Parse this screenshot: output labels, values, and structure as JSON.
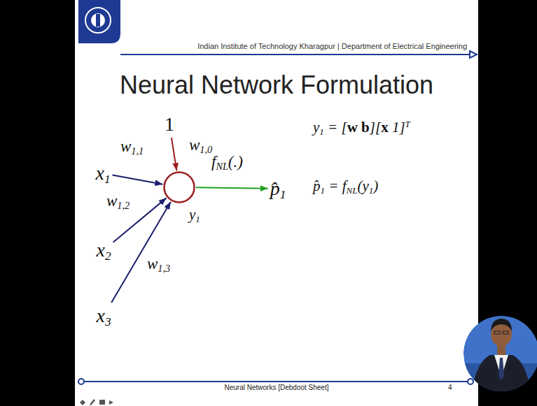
{
  "diagram": {
    "title": "Neural Network Formulation",
    "nodes": [
      {
        "text": [
          "x1"
        ]
      },
      {
        "text": [
          "x2"
        ]
      },
      {
        "text": [
          "x3"
        ]
      },
      {
        "text": [
          "1"
        ]
      },
      {
        "text": [
          "y1"
        ]
      },
      {
        "text": [
          "p̂1"
        ]
      }
    ],
    "edges": [
      {
        "from": 0,
        "to": 4,
        "label": "w1,1",
        "arrow": "to"
      },
      {
        "from": 1,
        "to": 4,
        "label": "w1,2",
        "arrow": "to"
      },
      {
        "from": 2,
        "to": 4,
        "label": "w1,3",
        "arrow": "to"
      },
      {
        "from": 3,
        "to": 4,
        "label": "w1,0",
        "arrow": "to"
      },
      {
        "from": 4,
        "to": 5,
        "label": "fNL(.)",
        "arrow": "to"
      }
    ],
    "labels": [
      "Indian Institute of Technology Kharagpur | Department of Electrical Engineering",
      "y1 = [w b][x 1]T",
      "p̂1 = fNL(y1)",
      "Neural Networks [Debdoot Sheet]",
      "4"
    ]
  }
}
